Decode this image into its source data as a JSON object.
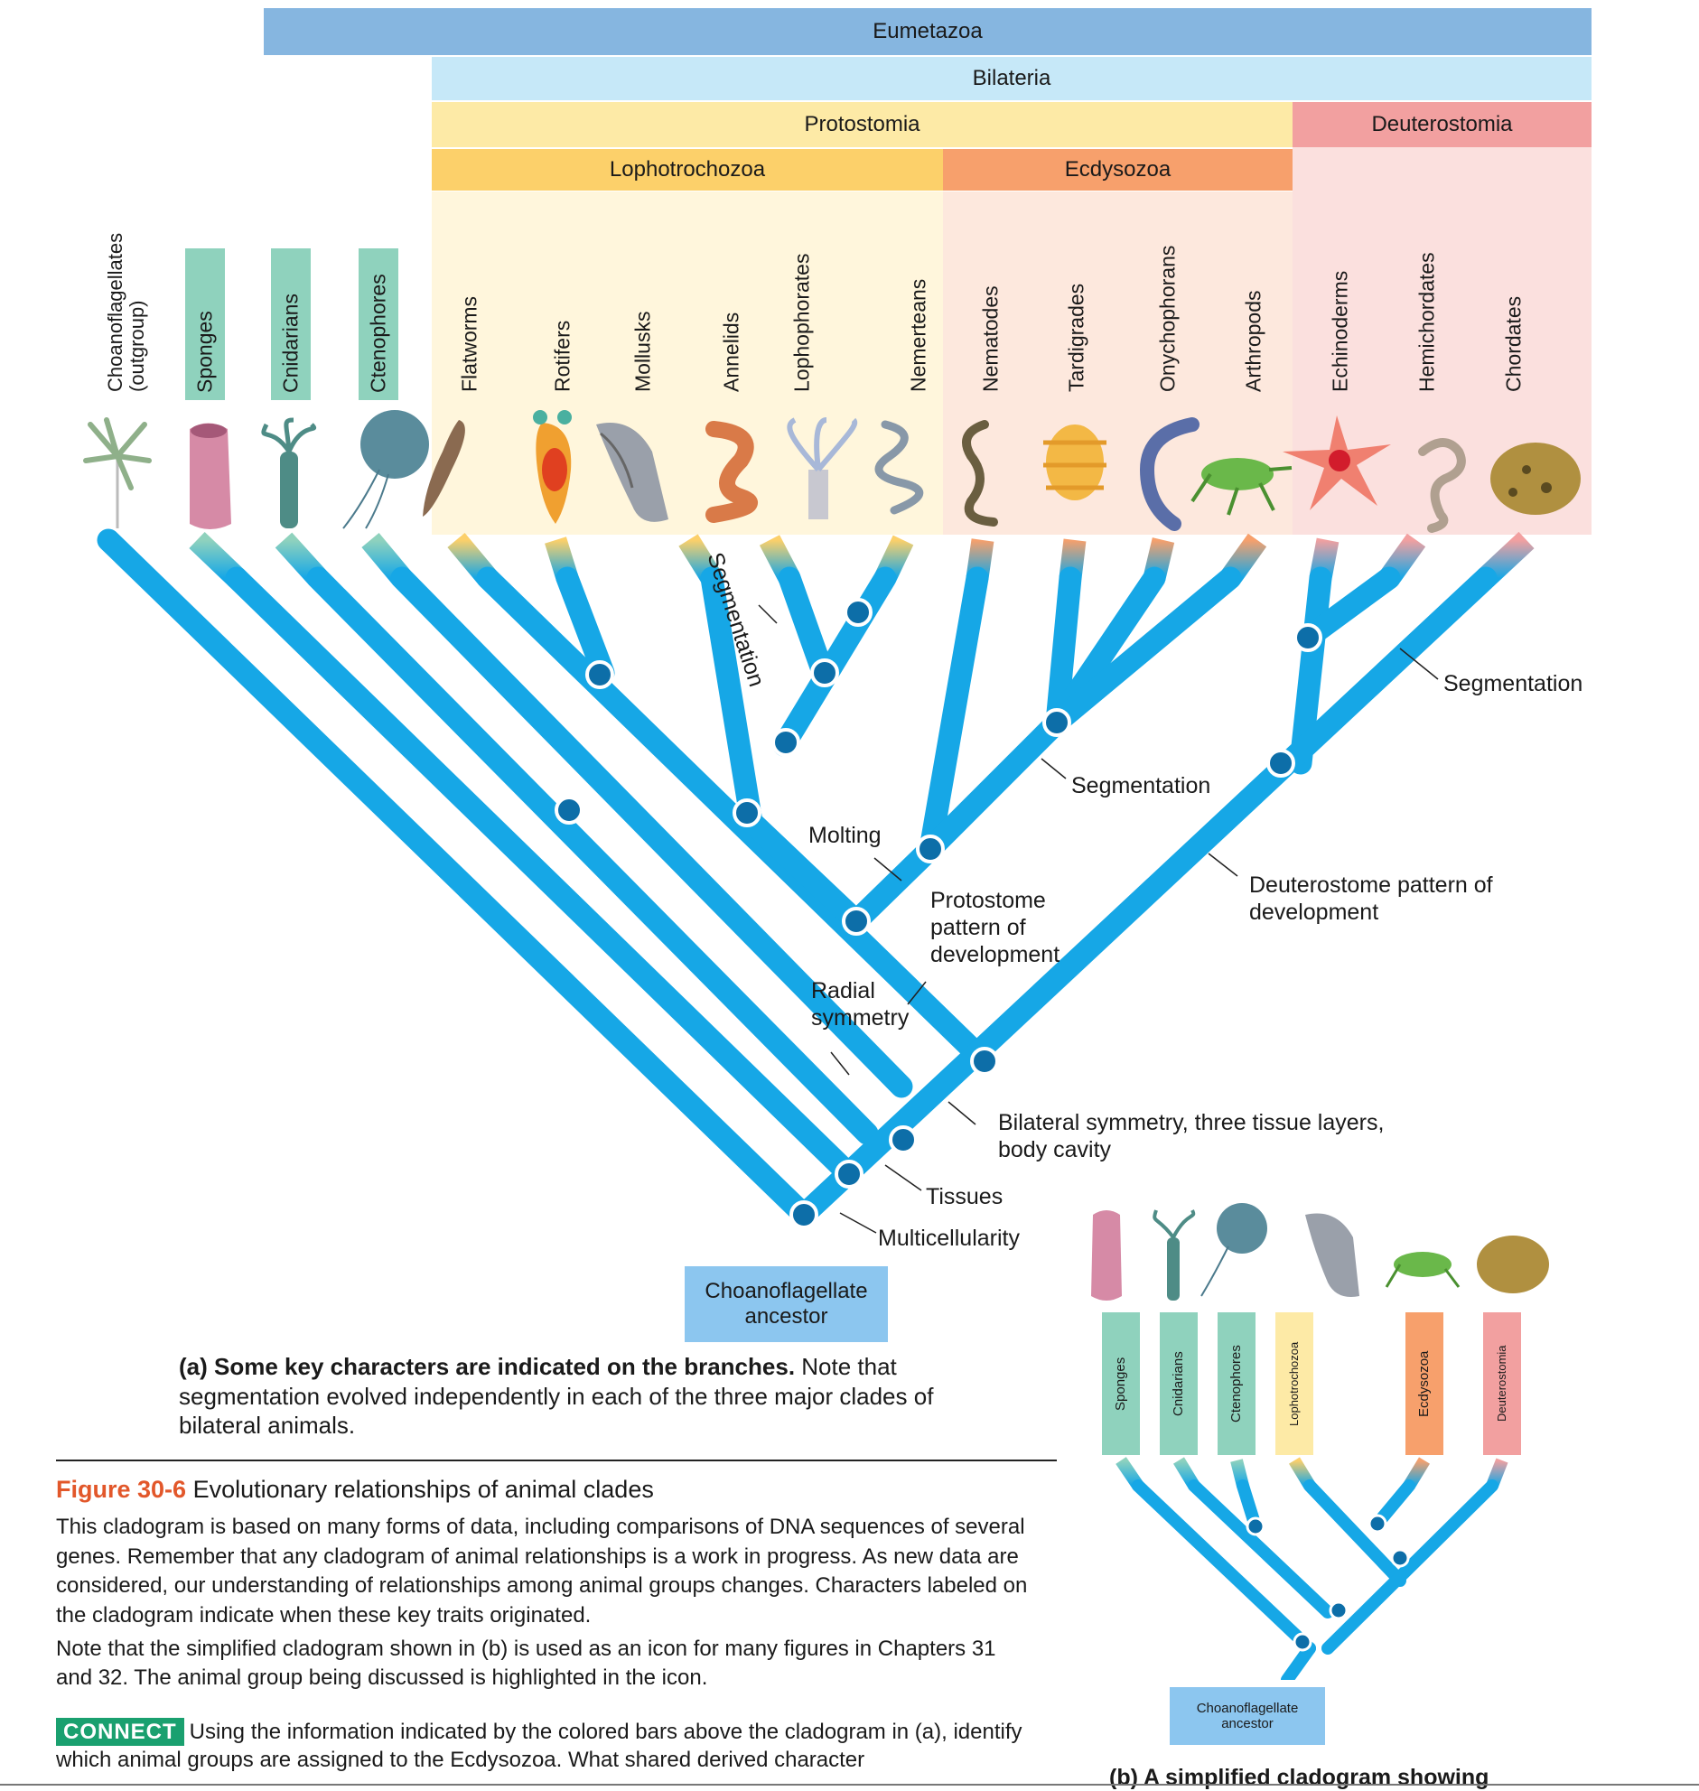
{
  "clade_bars": {
    "eumetazoa": "Eumetazoa",
    "bilateria": "Bilateria",
    "protostomia": "Protostomia",
    "deuterostomia": "Deuterostomia",
    "lophotrochozoa": "Lophotrochozoa",
    "ecdysozoa": "Ecdysozoa"
  },
  "taxa": [
    {
      "label": "Choanoflagellates (outgroup)"
    },
    {
      "label": "Sponges"
    },
    {
      "label": "Cnidarians"
    },
    {
      "label": "Ctenophores"
    },
    {
      "label": "Flatworms"
    },
    {
      "label": "Rotifers"
    },
    {
      "label": "Mollusks"
    },
    {
      "label": "Annelids"
    },
    {
      "label": "Lophophorates"
    },
    {
      "label": "Nemerteans"
    },
    {
      "label": "Nematodes"
    },
    {
      "label": "Tardigrades"
    },
    {
      "label": "Onychophorans"
    },
    {
      "label": "Arthropods"
    },
    {
      "label": "Echinoderms"
    },
    {
      "label": "Hemichordates"
    },
    {
      "label": "Chordates"
    }
  ],
  "characters": {
    "segmentation_lopho": "Segmentation",
    "segmentation_ecdy": "Segmentation",
    "segmentation_deut": "Segmentation",
    "molting": "Molting",
    "protostome": "Protostome pattern of development",
    "deuterostome": "Deuterostome pattern of development",
    "radial": "Radial symmetry",
    "bilateral": "Bilateral symmetry, three tissue layers, body cavity",
    "tissues": "Tissues",
    "multicellularity": "Multicellularity"
  },
  "ancestor_a": "Choanoflagellate ancestor",
  "caption_a_bold": "(a) Some key characters are indicated on the branches.",
  "caption_a_rest": " Note that segmentation evolved independently in each of the three major clades of bilateral animals.",
  "figure": {
    "number": "Figure 30-6",
    "title": "Evolutionary relationships of animal clades",
    "body_1": "This cladogram is based on many forms of data, including comparisons of DNA sequences of several genes. Remember that any cladogram of animal relationships is a work in progress. As new data are considered, our understanding of relationships among animal groups changes. Characters labeled on the cladogram indicate when these key traits originated.",
    "body_2": "Note that the simplified cladogram shown in (b) is used as an icon for many figures in Chapters 31 and 32. The animal group being discussed is highlighted in the icon.",
    "connect_badge": "CONNECT",
    "connect_text": "Using the information indicated by the colored bars above the cladogram in (a), identify which animal groups are assigned to the Ecdysozoa. What shared derived character"
  },
  "simplified": {
    "labels": [
      "Sponges",
      "Cnidarians",
      "Ctenophores",
      "Lophotrochozoa",
      "Ecdysozoa",
      "Deuterostomia"
    ],
    "ancestor": "Choanoflagellate ancestor",
    "caption": "(b) A simplified cladogram showing"
  },
  "colors": {
    "eumetazoa": "#86b6e0",
    "bilateria": "#c6e8f8",
    "protostomia": "#fdeaa6",
    "deuterostomia": "#f2a0a0",
    "lophotrochozoa": "#fcd06a",
    "ecdysozoa": "#f7a06c",
    "green_chip": "#8fd2bd",
    "branch": "#16a7e6",
    "figure_number": "#e2572a",
    "connect": "#1aa06f"
  }
}
